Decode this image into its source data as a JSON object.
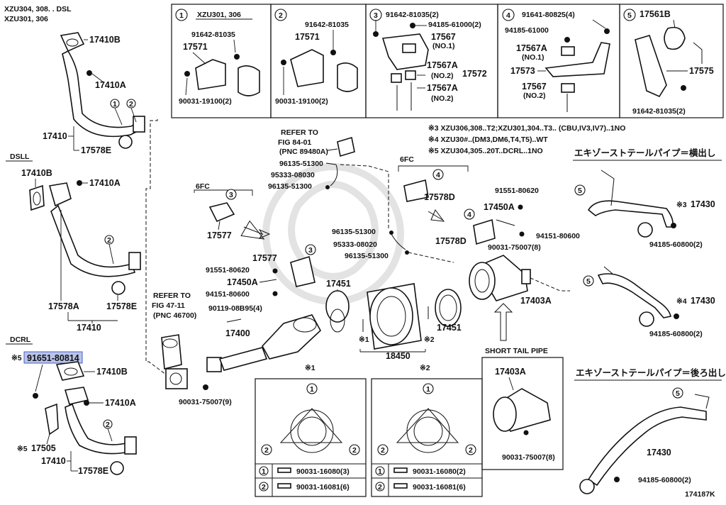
{
  "diagram_id": "174187K",
  "watermark": "toyota-parts-watermark",
  "variants": {
    "top_left": [
      "XZU304, 308. . DSL",
      "XZU301, 306"
    ],
    "dsll": "DSLL",
    "dcrl": "DCRL"
  },
  "boxes": {
    "b1": {
      "num": "1",
      "title": "XZU301, 306",
      "labels": [
        "91642-81035",
        "17571",
        "90031-19100(2)"
      ]
    },
    "b2": {
      "num": "2",
      "labels": [
        "91642-81035",
        "17571",
        "90031-19100(2)"
      ]
    },
    "b3": {
      "num": "3",
      "labels": [
        "91642-81035(2)",
        "94185-61000(2)",
        "17567",
        "(NO.1)",
        "17567A",
        "(NO.2)",
        "17567A",
        "(NO.2)",
        "17572"
      ]
    },
    "b4": {
      "num": "4",
      "labels": [
        "91641-80825(4)",
        "94185-61000",
        "17567A",
        "(NO.1)",
        "17573",
        "17567",
        "(NO.2)"
      ]
    },
    "b5": {
      "num": "5",
      "labels": [
        "17561B",
        "17575",
        "91642-81035(2)"
      ]
    }
  },
  "notes": [
    "※3 XZU306,308..T2;XZU301,304..T3.. (CBU,IV3,IV7)..1NO",
    "※4 XZU30#..(DM3,DM6,T4,T5)..WT",
    "※5 XZU304,305..20T..DCRL..1NO"
  ],
  "headings": {
    "exhaust_side": "エキゾーストテールパイプ＝横出し",
    "exhaust_rear": "エキゾーストテールパイプ＝後ろ出し",
    "short_tail": "SHORT TAIL PIPE",
    "refer84": [
      "REFER TO",
      "FIG 84-01",
      "(PNC 89480A)"
    ],
    "refer47": [
      "REFER TO",
      "FIG 47-11",
      "(PNC 46700)"
    ],
    "sixfc_a": "6FC",
    "sixfc_b": "6FC"
  },
  "callouts": {
    "c17410B_1": "17410B",
    "c17410A_1": "17410A",
    "c17410_1": "17410",
    "c17578E_1": "17578E",
    "c17410B_2": "17410B",
    "c17410A_2": "17410A",
    "c17578A": "17578A",
    "c17578E_2": "17578E",
    "c17410_2": "17410",
    "c91651": "91651-80814",
    "c91651_prefix": "※5",
    "c17410B_3": "17410B",
    "c17410A_3": "17410A",
    "c17505": "17505",
    "c17505_prefix": "※5",
    "c17410_3": "17410",
    "c17578E_3": "17578E",
    "c96135a": "96135-51300",
    "c95333a": "95333-08030",
    "c96135b": "96135-51300",
    "c17577a": "17577",
    "c17577b": "17577",
    "c91551a": "91551-80620",
    "c17450Aa": "17450A",
    "c94151a": "94151-80600",
    "c90119": "90119-08B95(4)",
    "c17400": "17400",
    "c17451a": "17451",
    "c17451b": "17451",
    "c18450": "18450",
    "c90031_75007_9": "90031-75007(9)",
    "c96135c": "96135-51300",
    "c95333b": "95333-08020",
    "c96135d": "96135-51300",
    "c17578D_a": "17578D",
    "c17578D_b": "17578D",
    "c91551b": "91551-80620",
    "c17450Ab": "17450A",
    "c94151b": "94151-80600",
    "c90031_75007_8a": "90031-75007(8)",
    "c17403A_a": "17403A",
    "c17403A_b": "17403A",
    "c90031_75007_8b": "90031-75007(8)",
    "c17430_a": "17430",
    "c17430_a_prefix": "※3",
    "c94185_60800_a": "94185-60800(2)",
    "c17430_b": "17430",
    "c17430_b_prefix": "※4",
    "c94185_60800_b": "94185-60800(2)",
    "c17430_c": "17430",
    "c94185_60800_c": "94185-60800(2)",
    "x1": "※1",
    "x2": "※2"
  },
  "bolt_tables": {
    "t1": {
      "title": "※1",
      "rows": [
        {
          "num": "1",
          "part": "90031-16080(3)"
        },
        {
          "num": "2",
          "part": "90031-16081(6)"
        }
      ]
    },
    "t2": {
      "title": "※2",
      "rows": [
        {
          "num": "1",
          "part": "90031-16080(2)"
        },
        {
          "num": "2",
          "part": "90031-16081(6)"
        }
      ]
    }
  },
  "circle_marks": [
    "1",
    "2",
    "3",
    "4",
    "5"
  ],
  "colors": {
    "highlight": "#b9c3ea",
    "highlight_border": "#4a5fc4",
    "ink": "#111111"
  }
}
